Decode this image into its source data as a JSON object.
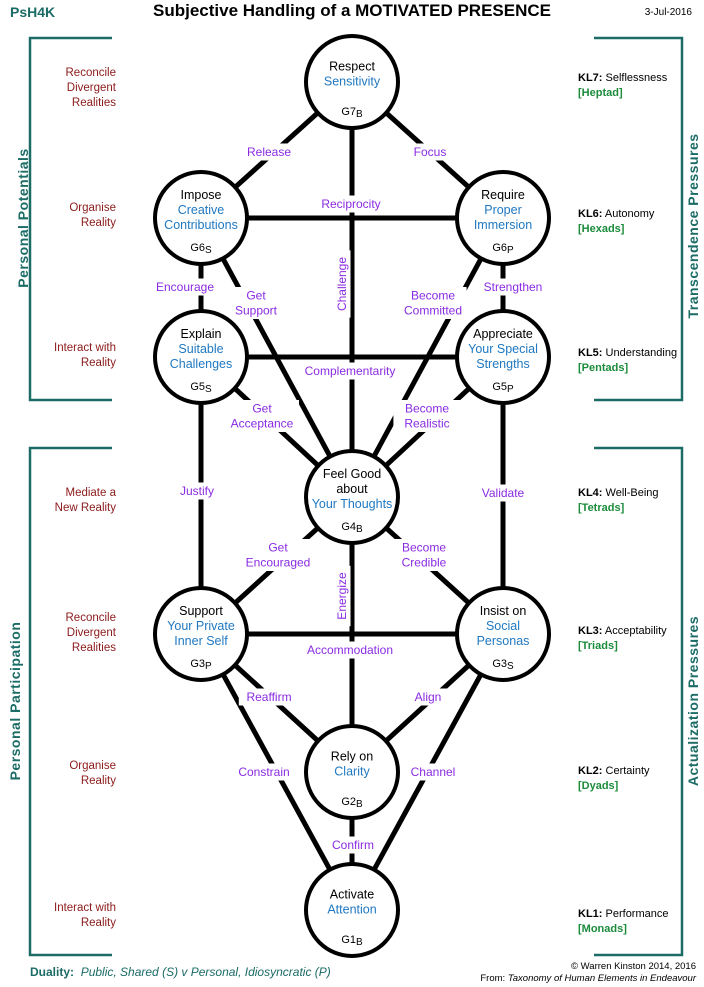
{
  "header": {
    "code": "PsH4K",
    "title": "Subjective Handling of a MOTIVATED PRESENCE",
    "date": "3-Jul-2016"
  },
  "left_labels": [
    {
      "lines": [
        "Reconcile",
        "Divergent",
        "Realities"
      ]
    },
    {
      "lines": [
        "Organise",
        "Reality"
      ]
    },
    {
      "lines": [
        "Interact with",
        "Reality"
      ]
    },
    {
      "lines": [
        "Mediate a",
        "New Reality"
      ]
    },
    {
      "lines": [
        "Reconcile",
        "Divergent",
        "Realities"
      ]
    },
    {
      "lines": [
        "Organise",
        "Reality"
      ]
    },
    {
      "lines": [
        "Interact with",
        "Reality"
      ]
    }
  ],
  "left_groups": {
    "top": "Personal Potentials",
    "bottom": "Personal Participation"
  },
  "right_groups": {
    "top": "Transcendence Pressures",
    "bottom": "Actualization Pressures"
  },
  "levels": [
    {
      "code": "KL7:",
      "name": "Selflessness",
      "group": "[Heptad]"
    },
    {
      "code": "KL6:",
      "name": "Autonomy",
      "group": "[Hexads]"
    },
    {
      "code": "KL5:",
      "name": "Understanding",
      "group": "[Pentads]"
    },
    {
      "code": "KL4:",
      "name": "Well-Being",
      "group": "[Tetrads]"
    },
    {
      "code": "KL3:",
      "name": "Acceptability",
      "group": "[Triads]"
    },
    {
      "code": "KL2:",
      "name": "Certainty",
      "group": "[Dyads]"
    },
    {
      "code": "KL1:",
      "name": "Performance",
      "group": "[Monads]"
    }
  ],
  "nodes": [
    {
      "id": "g7b",
      "black": [
        "Respect"
      ],
      "blue": [
        "Sensitivity"
      ],
      "tag": "G7",
      "sub": "B"
    },
    {
      "id": "g6s",
      "black": [
        "Impose"
      ],
      "blue": [
        "Creative",
        "Contributions"
      ],
      "tag": "G6",
      "sub": "S"
    },
    {
      "id": "g6p",
      "black": [
        "Require"
      ],
      "blue": [
        "Proper",
        "Immersion"
      ],
      "tag": "G6",
      "sub": "P"
    },
    {
      "id": "g5s",
      "black": [
        "Explain"
      ],
      "blue": [
        "Suitable",
        "Challenges"
      ],
      "tag": "G5",
      "sub": "S"
    },
    {
      "id": "g5p",
      "black": [
        "Appreciate"
      ],
      "blue": [
        "Your Special",
        "Strengths"
      ],
      "tag": "G5",
      "sub": "P"
    },
    {
      "id": "g4b",
      "black": [
        "Feel Good",
        "about"
      ],
      "blue": [
        "Your Thoughts"
      ],
      "tag": "G4",
      "sub": "B"
    },
    {
      "id": "g3p",
      "black": [
        "Support"
      ],
      "blue": [
        "Your Private",
        "Inner Self"
      ],
      "tag": "G3",
      "sub": "P"
    },
    {
      "id": "g3s",
      "black": [
        "Insist on"
      ],
      "blue": [
        "Social",
        "Personas"
      ],
      "tag": "G3",
      "sub": "S"
    },
    {
      "id": "g2b",
      "black": [
        "Rely on"
      ],
      "blue": [
        "Clarity"
      ],
      "tag": "G2",
      "sub": "B"
    },
    {
      "id": "g1b",
      "black": [
        "Activate"
      ],
      "blue": [
        "Attention"
      ],
      "tag": "G1",
      "sub": "B"
    }
  ],
  "edge_labels": [
    {
      "id": "release",
      "lines": [
        "Release"
      ]
    },
    {
      "id": "focus",
      "lines": [
        "Focus"
      ]
    },
    {
      "id": "reciprocity",
      "lines": [
        "Reciprocity"
      ]
    },
    {
      "id": "challenge",
      "lines": [
        "Challenge"
      ]
    },
    {
      "id": "encourage",
      "lines": [
        "Encourage"
      ]
    },
    {
      "id": "strengthen",
      "lines": [
        "Strengthen"
      ]
    },
    {
      "id": "get-support",
      "lines": [
        "Get",
        "Support"
      ]
    },
    {
      "id": "become-committed",
      "lines": [
        "Become",
        "Committed"
      ]
    },
    {
      "id": "complementarity",
      "lines": [
        "Complementarity"
      ]
    },
    {
      "id": "get-acceptance",
      "lines": [
        "Get",
        "Acceptance"
      ]
    },
    {
      "id": "become-realistic",
      "lines": [
        "Become",
        "Realistic"
      ]
    },
    {
      "id": "justify",
      "lines": [
        "Justify"
      ]
    },
    {
      "id": "validate",
      "lines": [
        "Validate"
      ]
    },
    {
      "id": "get-encouraged",
      "lines": [
        "Get",
        "Encouraged"
      ]
    },
    {
      "id": "become-credible",
      "lines": [
        "Become",
        "Credible"
      ]
    },
    {
      "id": "energize",
      "lines": [
        "Energize"
      ]
    },
    {
      "id": "accommodation",
      "lines": [
        "Accommodation"
      ]
    },
    {
      "id": "reaffirm",
      "lines": [
        "Reaffirm"
      ]
    },
    {
      "id": "align",
      "lines": [
        "Align"
      ]
    },
    {
      "id": "constrain",
      "lines": [
        "Constrain"
      ]
    },
    {
      "id": "channel",
      "lines": [
        "Channel"
      ]
    },
    {
      "id": "confirm",
      "lines": [
        "Confirm"
      ]
    }
  ],
  "footer": {
    "duality_label": "Duality:",
    "duality_text": "Public, Shared (S)  v  Personal, Idiosyncratic (P)",
    "copyright": "© Warren Kinston 2014, 2016",
    "source_prefix": "From: ",
    "source_title": "Taxonomy of Human Elements in Endeavour"
  },
  "colors": {
    "teal": "#1b6b66",
    "maroon": "#8b1a1a",
    "purple": "#8a2be2",
    "blue": "#1f78c1",
    "green": "#1c8c3c"
  }
}
